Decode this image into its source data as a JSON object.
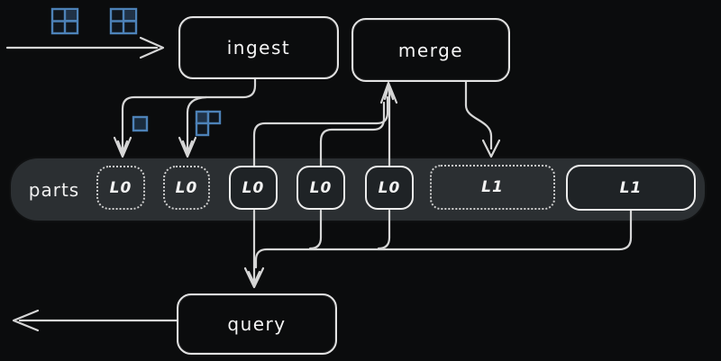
{
  "colors": {
    "background": "#0b0c0d",
    "band": "#2b2f32",
    "part_fill": "#1f2326",
    "stroke": "#d6d6d6",
    "accent_blue": "#4d82b8",
    "text": "#f2f2f2"
  },
  "nodes": {
    "ingest": {
      "label": "ingest"
    },
    "merge": {
      "label": "merge"
    },
    "query": {
      "label": "query"
    }
  },
  "band": {
    "label": "parts"
  },
  "parts": {
    "items": [
      {
        "label": "L0",
        "level": "L0",
        "state": "dotted"
      },
      {
        "label": "L0",
        "level": "L0",
        "state": "dotted"
      },
      {
        "label": "L0",
        "level": "L0",
        "state": "solid"
      },
      {
        "label": "L0",
        "level": "L0",
        "state": "solid"
      },
      {
        "label": "L0",
        "level": "L0",
        "state": "solid"
      },
      {
        "label": "L1",
        "level": "L1",
        "state": "dotted"
      },
      {
        "label": "L1",
        "level": "L1",
        "state": "solid"
      }
    ]
  },
  "icons": [
    {
      "name": "table-grid-icon"
    },
    {
      "name": "table-grid-icon"
    },
    {
      "name": "single-cell-icon"
    },
    {
      "name": "partial-table-icon"
    }
  ],
  "connections": [
    {
      "from": "input-stream",
      "to": "ingest"
    },
    {
      "from": "ingest",
      "to": "L0-dotted-1"
    },
    {
      "from": "ingest",
      "to": "L0-dotted-2"
    },
    {
      "from": "L0-solid-1",
      "to": "merge"
    },
    {
      "from": "L0-solid-2",
      "to": "merge"
    },
    {
      "from": "L0-solid-3",
      "to": "merge"
    },
    {
      "from": "merge",
      "to": "L1-dotted"
    },
    {
      "from": "L0-solid-1",
      "to": "query"
    },
    {
      "from": "L0-solid-2",
      "to": "query"
    },
    {
      "from": "L0-solid-3",
      "to": "query"
    },
    {
      "from": "L1-solid",
      "to": "query"
    },
    {
      "from": "query",
      "to": "output-stream"
    }
  ]
}
